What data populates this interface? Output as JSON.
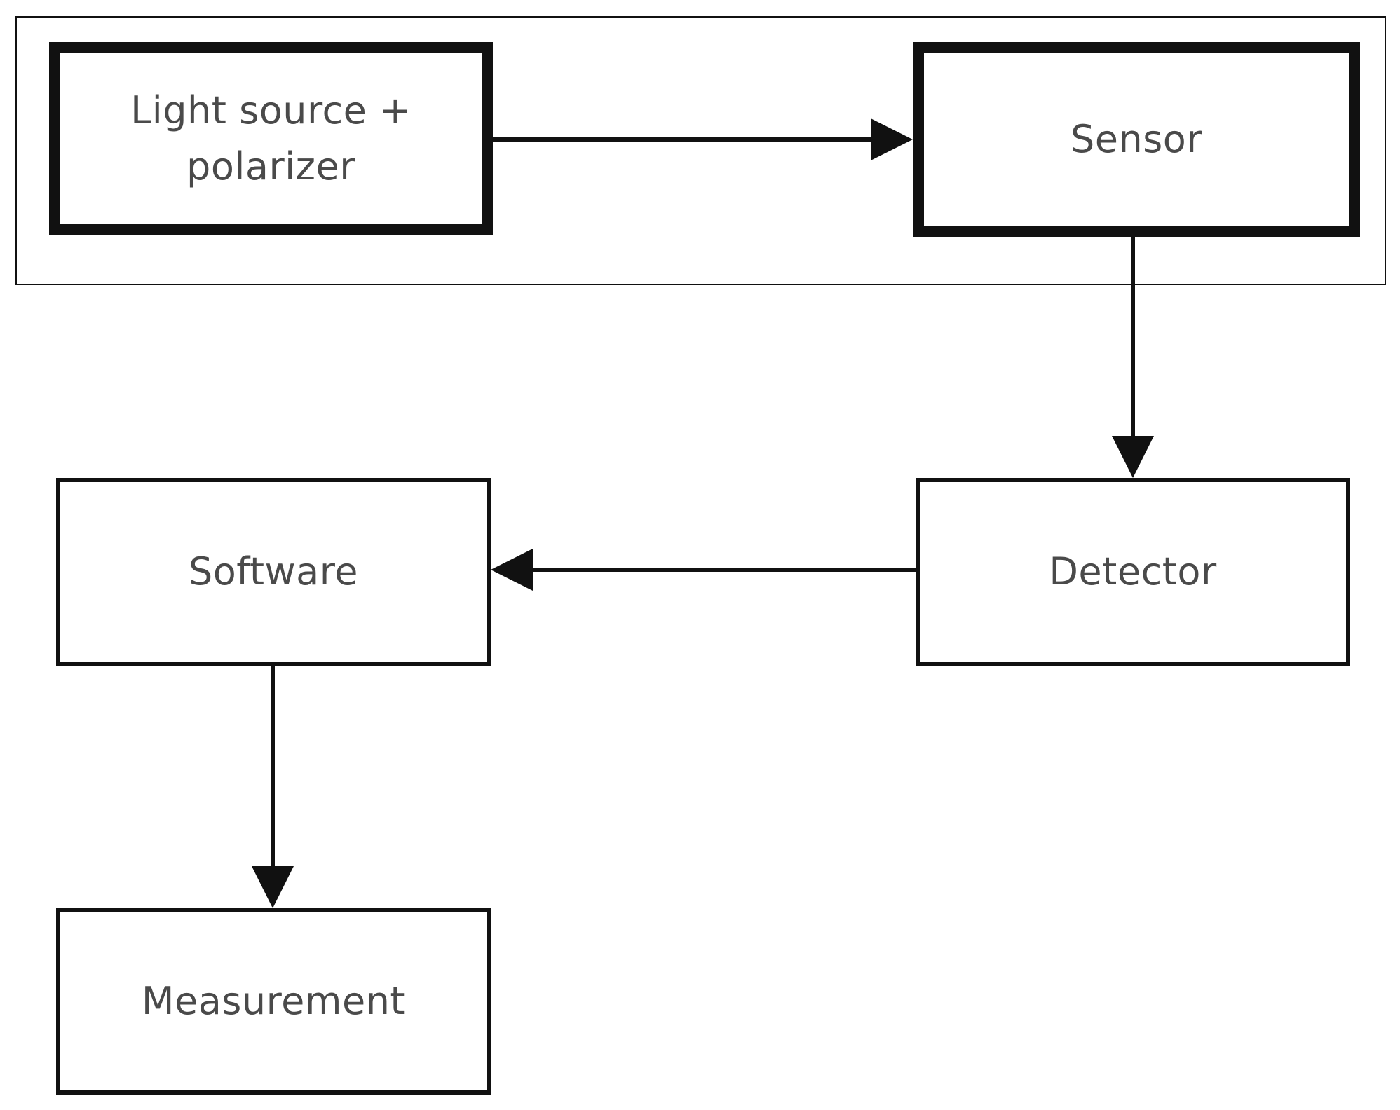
{
  "diagram": {
    "nodes": {
      "light_source": {
        "label": "Light source +\npolarizer"
      },
      "sensor": {
        "label": "Sensor"
      },
      "detector": {
        "label": "Detector"
      },
      "software": {
        "label": "Software"
      },
      "measurement": {
        "label": "Measurement"
      }
    },
    "edges": [
      {
        "from": "light_source",
        "to": "sensor"
      },
      {
        "from": "sensor",
        "to": "detector"
      },
      {
        "from": "detector",
        "to": "software"
      },
      {
        "from": "software",
        "to": "measurement"
      }
    ],
    "colors": {
      "stroke": "#111111",
      "text": "#4a4a4a",
      "background": "#ffffff"
    }
  }
}
